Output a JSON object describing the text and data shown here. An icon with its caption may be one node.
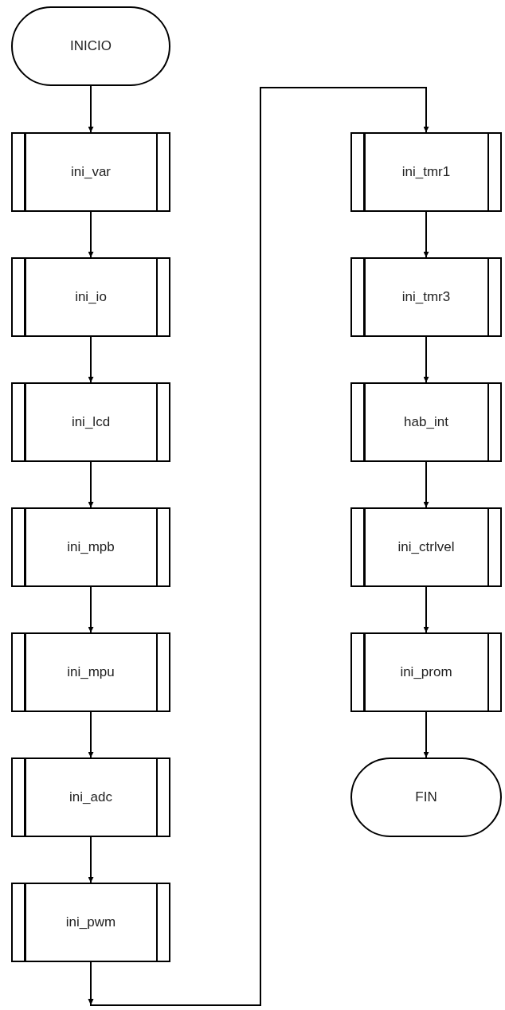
{
  "diagram": {
    "nodes": [
      {
        "text": [
          "INICIO"
        ]
      },
      {
        "text": [
          "ini_var"
        ]
      },
      {
        "text": [
          "ini_io"
        ]
      },
      {
        "text": [
          "ini_lcd"
        ]
      },
      {
        "text": [
          "ini_mpb"
        ]
      },
      {
        "text": [
          "ini_mpu"
        ]
      },
      {
        "text": [
          "ini_adc"
        ]
      },
      {
        "text": [
          "ini_pwm"
        ]
      },
      {
        "text": [
          "ini_tmr1"
        ]
      },
      {
        "text": [
          "ini_tmr3"
        ]
      },
      {
        "text": [
          "hab_int"
        ]
      },
      {
        "text": [
          "ini_ctrlvel"
        ]
      },
      {
        "text": [
          "ini_prom"
        ]
      },
      {
        "text": [
          "FIN"
        ]
      }
    ],
    "edges": [
      {
        "from": 0,
        "to": 1,
        "arrow": "to"
      },
      {
        "from": 1,
        "to": 2,
        "arrow": "to"
      },
      {
        "from": 2,
        "to": 3,
        "arrow": "to"
      },
      {
        "from": 3,
        "to": 4,
        "arrow": "to"
      },
      {
        "from": 4,
        "to": 5,
        "arrow": "to"
      },
      {
        "from": 5,
        "to": 6,
        "arrow": "to"
      },
      {
        "from": 6,
        "to": 7,
        "arrow": "to"
      },
      {
        "from": 7,
        "to": 8,
        "arrow": "to"
      },
      {
        "from": 8,
        "to": 9,
        "arrow": "to"
      },
      {
        "from": 9,
        "to": 10,
        "arrow": "to"
      },
      {
        "from": 10,
        "to": 11,
        "arrow": "to"
      },
      {
        "from": 11,
        "to": 12,
        "arrow": "to"
      },
      {
        "from": 12,
        "to": 13,
        "arrow": "to"
      }
    ]
  }
}
